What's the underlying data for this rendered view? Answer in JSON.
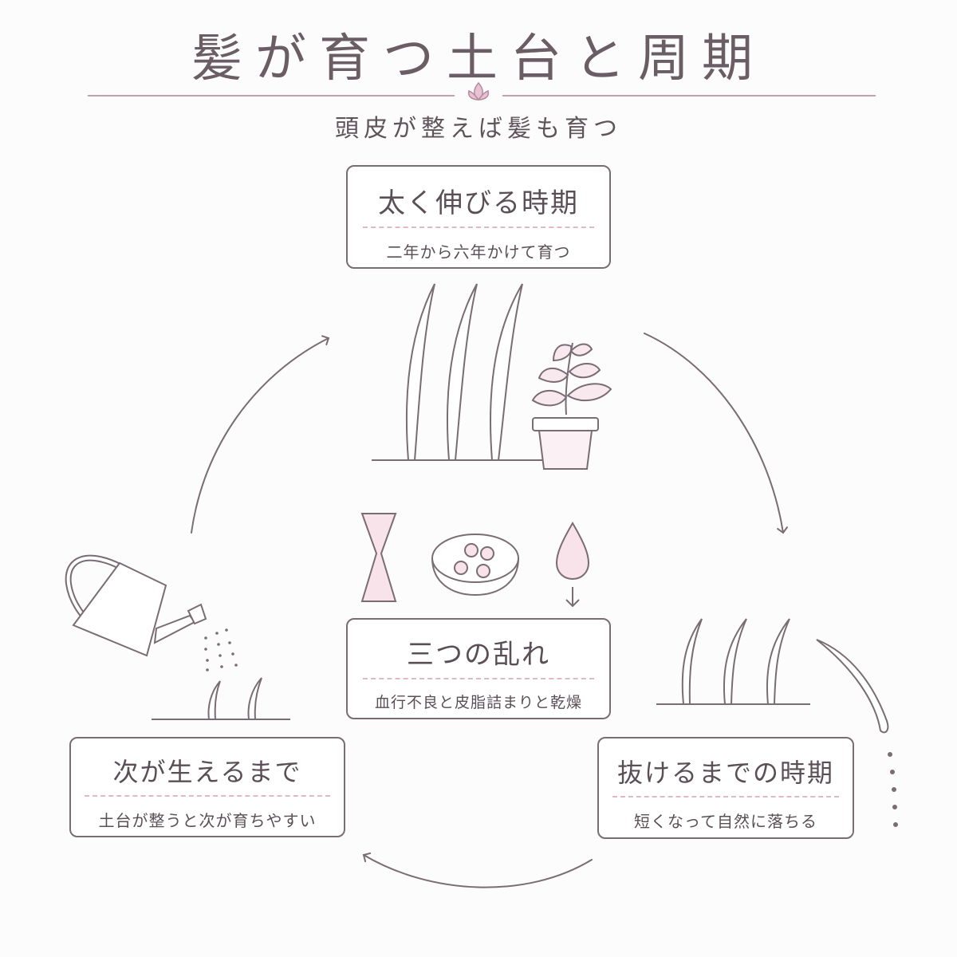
{
  "title": "髪が育つ土台と周期",
  "subtitle": "頭皮が整えば髪も育つ",
  "stages": {
    "growth": {
      "head": "太く伸びる時期",
      "desc": "二年から六年かけて育つ"
    },
    "center": {
      "head": "三つの乱れ",
      "desc": "血行不良と皮脂詰まりと乾燥"
    },
    "shedding": {
      "head": "抜けるまでの時期",
      "desc": "短くなって自然に落ちる"
    },
    "regrowth": {
      "head": "次が生えるまで",
      "desc": "土台が整うと次が育ちやすい"
    }
  },
  "colors": {
    "line": "#7a6c73",
    "accent": "#e0b9c8",
    "fill": "#f8e9ee"
  }
}
